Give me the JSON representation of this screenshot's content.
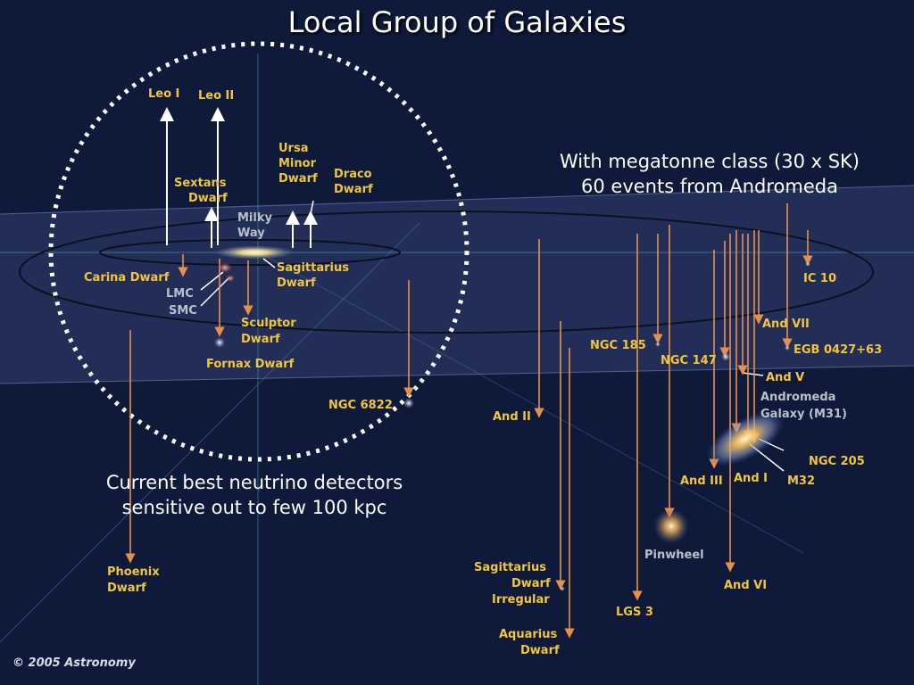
{
  "title": "Local Group of Galaxies",
  "notes": {
    "megatonne": [
      "With megatonne class (30 x SK)",
      "60 events from Andromeda"
    ],
    "current": [
      "Current best neutrino detectors",
      "sensitive out to few 100 kpc"
    ]
  },
  "copyright": "© 2005 Astronomy",
  "colors": {
    "background": "#0f1a3a",
    "plane": "#27305a",
    "label": "#f2c53a",
    "arrow": "#e8904a",
    "circle": "#ffffff"
  },
  "labels": {
    "leo_i": "Leo I",
    "leo_ii": "Leo II",
    "sextans_1": "Sextans",
    "sextans_2": "Dwarf",
    "ursa_1": "Ursa",
    "ursa_2": "Minor",
    "ursa_3": "Dwarf",
    "draco_1": "Draco",
    "draco_2": "Dwarf",
    "milky_1": "Milky",
    "milky_2": "Way",
    "carina": "Carina Dwarf",
    "sagittarius_1": "Sagittarius",
    "sagittarius_2": "Dwarf",
    "lmc": "LMC",
    "smc": "SMC",
    "sculptor_1": "Sculptor",
    "sculptor_2": "Dwarf",
    "fornax": "Fornax Dwarf",
    "ngc6822": "NGC 6822",
    "phoenix_1": "Phoenix",
    "phoenix_2": "Dwarf",
    "and_ii": "And II",
    "sag_irr_1": "Sagittarius",
    "sag_irr_2": "Dwarf",
    "sag_irr_3": "Irregular",
    "aquarius_1": "Aquarius",
    "aquarius_2": "Dwarf",
    "lgs3": "LGS 3",
    "pinwheel": "Pinwheel",
    "ngc185": "NGC 185",
    "ngc147": "NGC 147",
    "and_iii": "And III",
    "and_i": "And I",
    "m32": "M32",
    "ngc205": "NGC 205",
    "and_vi": "And VI",
    "andromeda_1": "Andromeda",
    "andromeda_2": "Galaxy (M31)",
    "and_v": "And V",
    "and_vii": "And VII",
    "egb": "EGB 0427+63",
    "ic10": "IC 10"
  }
}
